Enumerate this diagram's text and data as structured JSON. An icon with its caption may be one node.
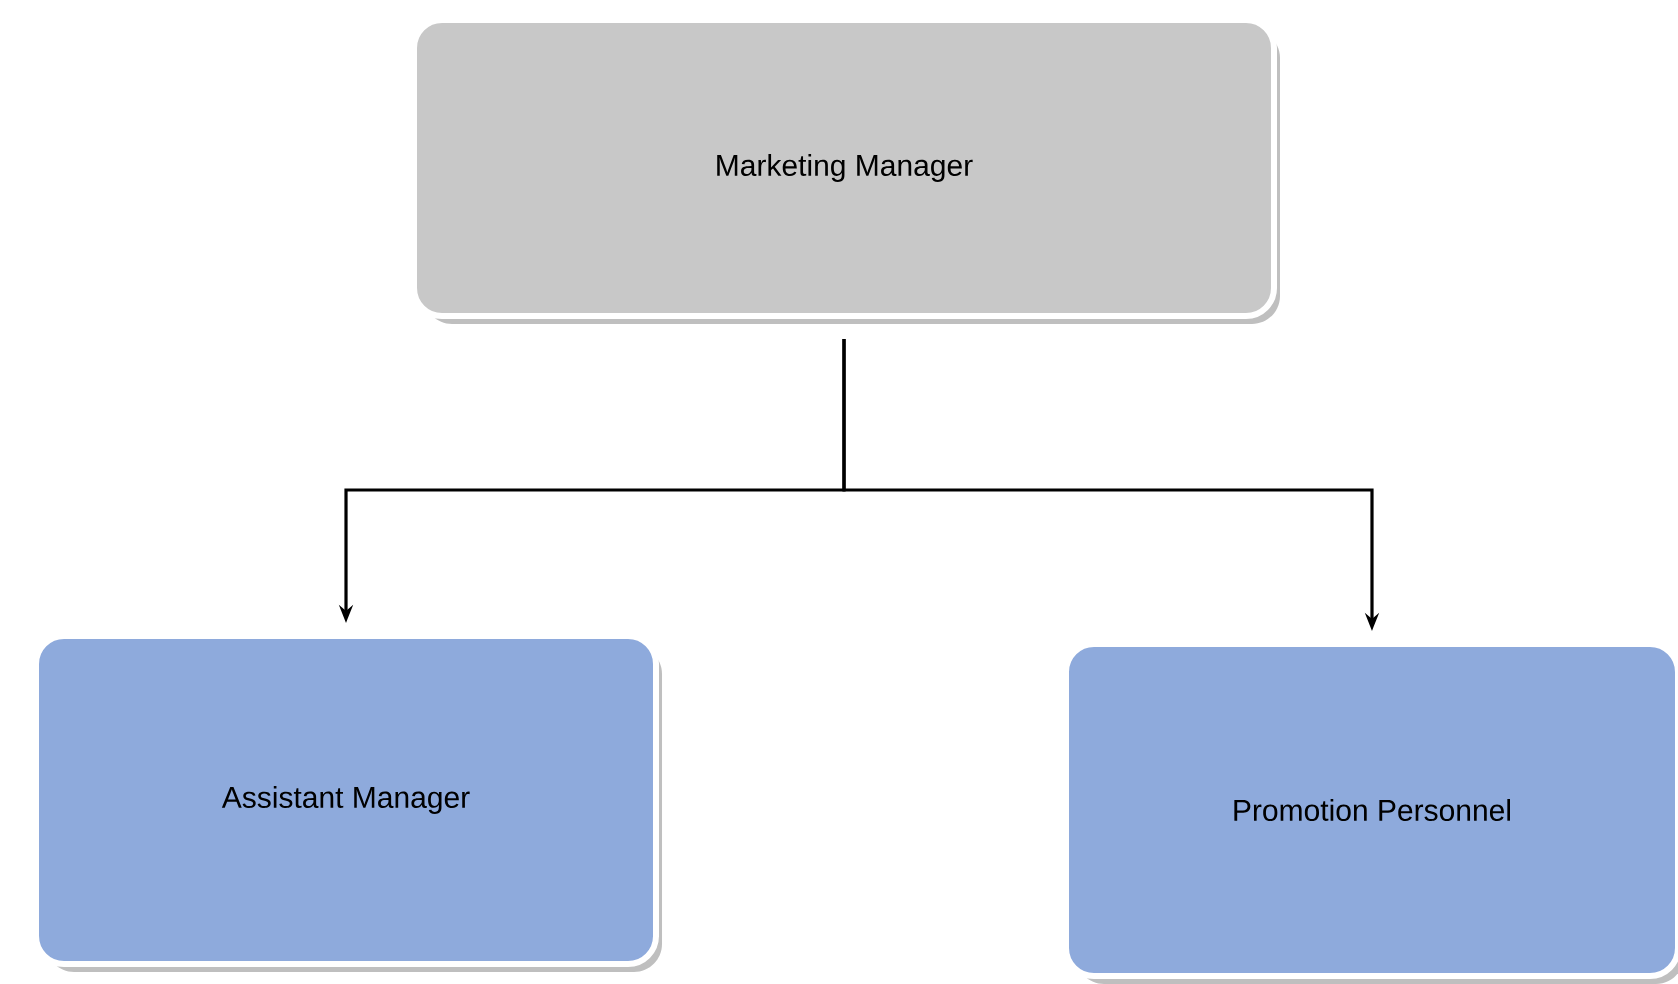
{
  "diagram": {
    "nodes": [
      {
        "text": [
          "Marketing Manager"
        ]
      },
      {
        "text": [
          "Assistant Manager"
        ]
      },
      {
        "text": [
          "Promotion Personnel"
        ]
      }
    ],
    "edges": [
      {
        "from": 0,
        "to": 1,
        "arrow": "to"
      },
      {
        "from": 0,
        "to": 2,
        "arrow": "to"
      }
    ]
  }
}
